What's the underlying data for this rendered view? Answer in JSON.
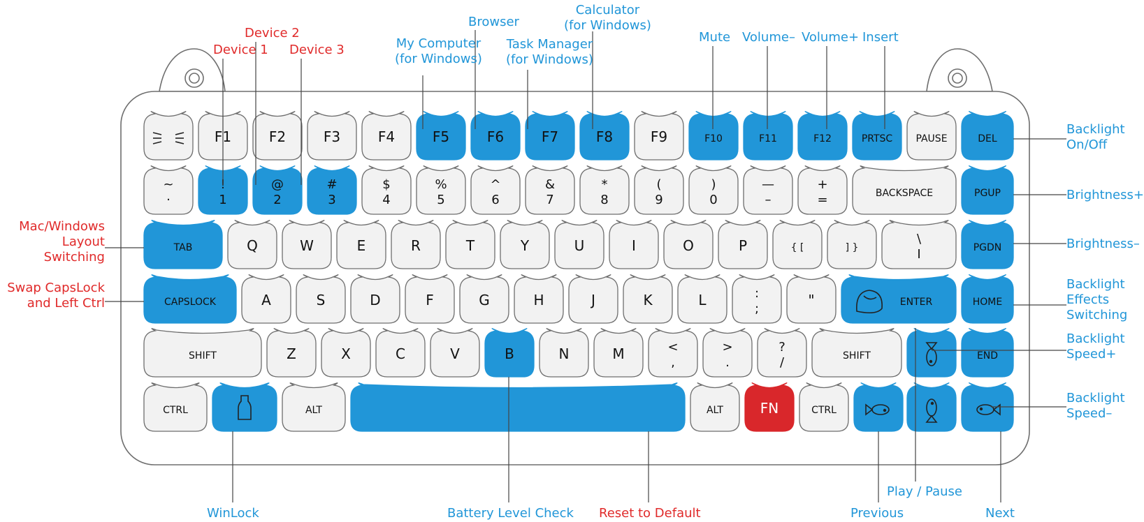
{
  "colors": {
    "accent_blue": "#2196d8",
    "fn_red": "#d9272b",
    "key_light": "#f2f2f2",
    "key_stroke": "#6e6e6e",
    "label_blue": "#2196d8",
    "label_red": "#e02a2a"
  },
  "keyboard": {
    "rows": [
      [
        {
          "id": "cat",
          "label": "",
          "icon": "cat-whiskers-icon",
          "style": "light"
        },
        {
          "id": "f1",
          "label": "F1",
          "style": "light"
        },
        {
          "id": "f2",
          "label": "F2",
          "style": "light"
        },
        {
          "id": "f3",
          "label": "F3",
          "style": "light"
        },
        {
          "id": "f4",
          "label": "F4",
          "style": "light"
        },
        {
          "id": "f5",
          "label": "F5",
          "style": "blue"
        },
        {
          "id": "f6",
          "label": "F6",
          "style": "blue"
        },
        {
          "id": "f7",
          "label": "F7",
          "style": "blue"
        },
        {
          "id": "f8",
          "label": "F8",
          "style": "blue"
        },
        {
          "id": "f9",
          "label": "F9",
          "style": "light"
        },
        {
          "id": "f10",
          "label": "F10",
          "style": "blue"
        },
        {
          "id": "f11",
          "label": "F11",
          "style": "blue"
        },
        {
          "id": "f12",
          "label": "F12",
          "style": "blue"
        },
        {
          "id": "prtsc",
          "label": "PRTSC",
          "style": "blue"
        },
        {
          "id": "pause",
          "label": "PAUSE",
          "style": "light"
        },
        {
          "id": "del",
          "label": "DEL",
          "style": "blue"
        }
      ],
      [
        {
          "id": "tilde",
          "top": "~",
          "bottom": "·",
          "style": "light"
        },
        {
          "id": "k1",
          "top": "!",
          "bottom": "1",
          "style": "blue"
        },
        {
          "id": "k2",
          "top": "@",
          "bottom": "2",
          "style": "blue"
        },
        {
          "id": "k3",
          "top": "#",
          "bottom": "3",
          "style": "blue"
        },
        {
          "id": "k4",
          "top": "$",
          "bottom": "4",
          "style": "light"
        },
        {
          "id": "k5",
          "top": "%",
          "bottom": "5",
          "style": "light"
        },
        {
          "id": "k6",
          "top": "^",
          "bottom": "6",
          "style": "light"
        },
        {
          "id": "k7",
          "top": "&",
          "bottom": "7",
          "style": "light"
        },
        {
          "id": "k8",
          "top": "*",
          "bottom": "8",
          "style": "light"
        },
        {
          "id": "k9",
          "top": "(",
          "bottom": "9",
          "style": "light"
        },
        {
          "id": "k0",
          "top": ")",
          "bottom": "0",
          "style": "light"
        },
        {
          "id": "minus",
          "top": "—",
          "bottom": "–",
          "style": "light"
        },
        {
          "id": "plus",
          "top": "+",
          "bottom": "=",
          "style": "light"
        },
        {
          "id": "backspace",
          "label": "BACKSPACE",
          "style": "light",
          "wide": true
        },
        {
          "id": "pgup",
          "label": "PGUP",
          "style": "blue"
        }
      ],
      [
        {
          "id": "tab",
          "label": "TAB",
          "style": "blue",
          "wide": true
        },
        {
          "id": "q",
          "label": "Q",
          "style": "light"
        },
        {
          "id": "w",
          "label": "W",
          "style": "light"
        },
        {
          "id": "e",
          "label": "E",
          "style": "light"
        },
        {
          "id": "r",
          "label": "R",
          "style": "light"
        },
        {
          "id": "t",
          "label": "T",
          "style": "light"
        },
        {
          "id": "y",
          "label": "Y",
          "style": "light"
        },
        {
          "id": "u",
          "label": "U",
          "style": "light"
        },
        {
          "id": "i",
          "label": "I",
          "style": "light"
        },
        {
          "id": "o",
          "label": "O",
          "style": "light"
        },
        {
          "id": "p",
          "label": "P",
          "style": "light"
        },
        {
          "id": "lbrace",
          "label": "{ [",
          "style": "light"
        },
        {
          "id": "rbrace",
          "label": "] }",
          "style": "light"
        },
        {
          "id": "pipe",
          "top": "\\",
          "bottom": "I",
          "style": "light",
          "wide": true
        },
        {
          "id": "pgdn",
          "label": "PGDN",
          "style": "blue"
        }
      ],
      [
        {
          "id": "capslock",
          "label": "CAPSLOCK",
          "style": "blue",
          "wide": true
        },
        {
          "id": "a",
          "label": "A",
          "style": "light"
        },
        {
          "id": "s",
          "label": "S",
          "style": "light"
        },
        {
          "id": "d",
          "label": "D",
          "style": "light"
        },
        {
          "id": "f",
          "label": "F",
          "style": "light"
        },
        {
          "id": "g",
          "label": "G",
          "style": "light"
        },
        {
          "id": "h",
          "label": "H",
          "style": "light"
        },
        {
          "id": "j",
          "label": "J",
          "style": "light"
        },
        {
          "id": "k",
          "label": "K",
          "style": "light"
        },
        {
          "id": "l",
          "label": "L",
          "style": "light"
        },
        {
          "id": "semicolon",
          "top": ":",
          "bottom": ";",
          "style": "light"
        },
        {
          "id": "quote",
          "label": "\"",
          "style": "light"
        },
        {
          "id": "enter",
          "label": "ENTER",
          "style": "blue",
          "icon": "sleeping-cat-icon",
          "wide": true
        },
        {
          "id": "home",
          "label": "HOME",
          "style": "blue"
        }
      ],
      [
        {
          "id": "lshift",
          "label": "SHIFT",
          "style": "light",
          "wide": true
        },
        {
          "id": "z",
          "label": "Z",
          "style": "light"
        },
        {
          "id": "x",
          "label": "X",
          "style": "light"
        },
        {
          "id": "c",
          "label": "C",
          "style": "light"
        },
        {
          "id": "v",
          "label": "V",
          "style": "light"
        },
        {
          "id": "b",
          "label": "B",
          "style": "blue"
        },
        {
          "id": "n",
          "label": "N",
          "style": "light"
        },
        {
          "id": "m",
          "label": "M",
          "style": "light"
        },
        {
          "id": "comma",
          "top": "<",
          "bottom": ",",
          "style": "light"
        },
        {
          "id": "period",
          "top": ">",
          "bottom": ".",
          "style": "light"
        },
        {
          "id": "slash",
          "top": "?",
          "bottom": "/",
          "style": "light"
        },
        {
          "id": "rshift",
          "label": "SHIFT",
          "style": "light",
          "wide": true
        },
        {
          "id": "up",
          "label": "",
          "icon": "fish-up-icon",
          "style": "blue"
        },
        {
          "id": "end",
          "label": "END",
          "style": "blue"
        }
      ],
      [
        {
          "id": "lctrl",
          "label": "CTRL",
          "style": "light"
        },
        {
          "id": "win",
          "label": "",
          "icon": "milk-bottle-icon",
          "style": "blue"
        },
        {
          "id": "lalt",
          "label": "ALT",
          "style": "light"
        },
        {
          "id": "space",
          "label": "",
          "style": "blue",
          "wide": true
        },
        {
          "id": "ralt",
          "label": "ALT",
          "style": "light"
        },
        {
          "id": "fn",
          "label": "FN",
          "style": "red"
        },
        {
          "id": "rctrl",
          "label": "CTRL",
          "style": "light"
        },
        {
          "id": "left",
          "label": "",
          "icon": "fish-left-icon",
          "style": "blue"
        },
        {
          "id": "down",
          "label": "",
          "icon": "fish-down-icon",
          "style": "blue"
        },
        {
          "id": "right",
          "label": "",
          "icon": "fish-right-icon",
          "style": "blue"
        }
      ]
    ]
  },
  "callouts": {
    "device1": "Device 1",
    "device2": "Device 2",
    "device3": "Device 3",
    "my_computer": [
      "My Computer",
      "(for Windows)"
    ],
    "browser": "Browser",
    "task_manager": [
      "Task Manager",
      "(for Windows)"
    ],
    "calculator": [
      "Calculator",
      "(for Windows)"
    ],
    "mute": "Mute",
    "volume_down": "Volume–",
    "volume_up": "Volume+",
    "insert": "Insert",
    "backlight_onoff": [
      "Backlight",
      "On/Off"
    ],
    "brightness_up": "Brightness+",
    "brightness_down": "Brightness–",
    "backlight_effects": [
      "Backlight",
      "Effects",
      "Switching"
    ],
    "backlight_speed_up": [
      "Backlight",
      "Speed+"
    ],
    "backlight_speed_down": [
      "Backlight",
      "Speed–"
    ],
    "mac_windows": [
      "Mac/Windows",
      "Layout",
      "Switching"
    ],
    "swap_capslock": [
      "Swap CapsLock",
      "and Left Ctrl"
    ],
    "winlock": "WinLock",
    "battery": "Battery Level Check",
    "reset": "Reset to Default",
    "play_pause": "Play / Pause",
    "previous": "Previous",
    "next": "Next"
  }
}
